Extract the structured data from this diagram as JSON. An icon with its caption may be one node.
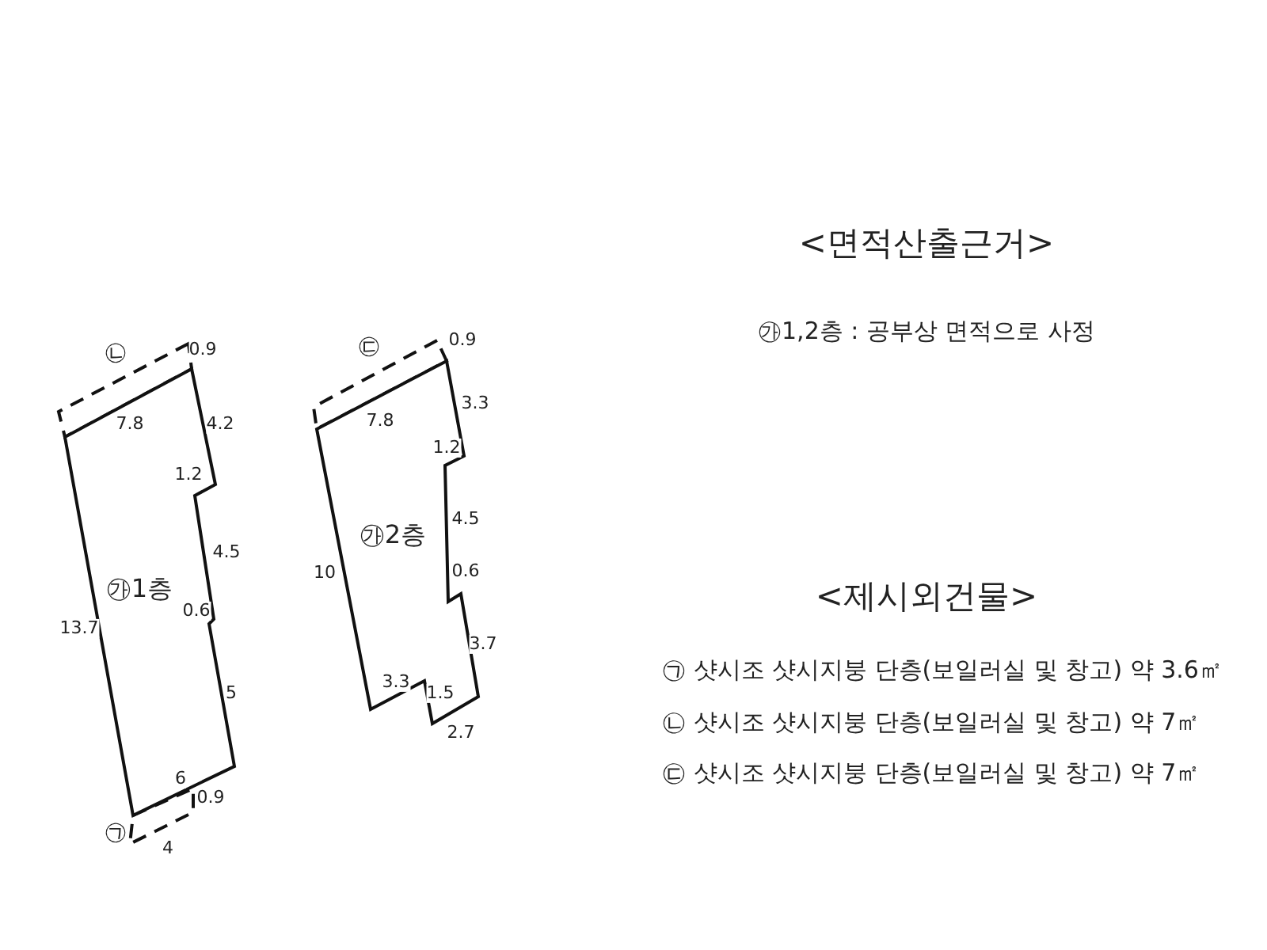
{
  "diagram": {
    "nodes": [
      {
        "text": [
          "㉮1층"
        ]
      },
      {
        "text": [
          "㉮2층"
        ]
      },
      {
        "text": [
          "㉡"
        ]
      },
      {
        "text": [
          "㉠"
        ]
      },
      {
        "text": [
          "㉢"
        ]
      }
    ],
    "edges": [],
    "labels": [
      "0.9",
      "7.8",
      "4.2",
      "1.2",
      "4.5",
      "0.6",
      "13.7",
      "5",
      "6",
      "0.9",
      "4",
      "0.9",
      "3.3",
      "7.8",
      "1.2",
      "4.5",
      "0.6",
      "10",
      "3.7",
      "3.3",
      "1.5",
      "2.7",
      "<면적산출근거>",
      "㉮1,2층 : 공부상 면적으로 사정",
      "<제시외건물>",
      "㉠ 샷시조 샷시지붕 단층(보일러실 및 창고) 약 3.6㎡",
      "㉡ 샷시조 샷시지붕 단층(보일러실 및 창고) 약 7㎡",
      "㉢ 샷시조 샷시지붕 단층(보일러실 및 창고) 약 7㎡"
    ]
  }
}
